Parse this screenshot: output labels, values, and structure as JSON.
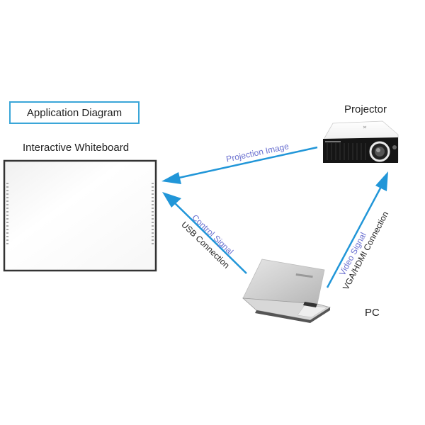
{
  "diagram": {
    "title": "Application Diagram",
    "nodes": {
      "whiteboard": {
        "label": "Interactive Whiteboard"
      },
      "projector": {
        "label": "Projector"
      },
      "pc": {
        "label": "PC"
      }
    },
    "edges": [
      {
        "from": "projector",
        "to": "whiteboard",
        "signal": "Projection Image",
        "connection": ""
      },
      {
        "from": "pc",
        "to": "whiteboard",
        "signal": "Control Signal",
        "connection": "USB Connection"
      },
      {
        "from": "pc",
        "to": "projector",
        "signal": "Video Signal",
        "connection": "VGA/HDMI Connection"
      }
    ],
    "colors": {
      "arrow": "#2196d8",
      "title_border": "#3aa6d8",
      "signal_text": "#6a70d0",
      "text": "#222222"
    }
  }
}
